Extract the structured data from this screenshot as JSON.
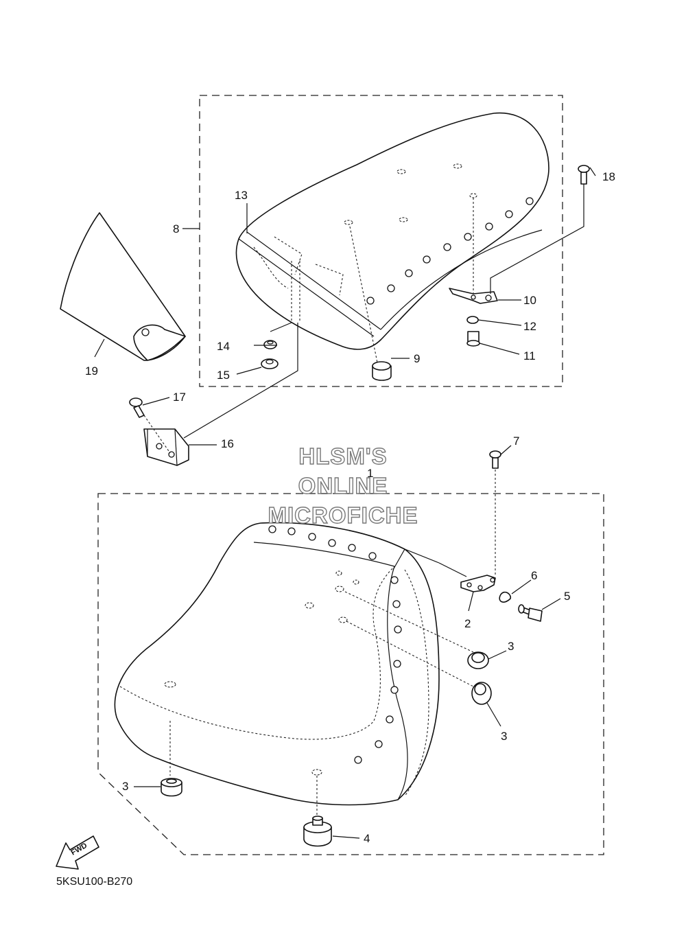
{
  "watermark": {
    "line1": "HLSM'S",
    "line2": "ONLINE",
    "line3": "MICROFICHE"
  },
  "diagram_code": "5KSU100-B270",
  "fwd_label": "FWD",
  "callouts": {
    "c1": "1",
    "c2": "2",
    "c3a": "3",
    "c3b": "3",
    "c3c": "3",
    "c4": "4",
    "c5": "5",
    "c6": "6",
    "c7": "7",
    "c8": "8",
    "c9": "9",
    "c10": "10",
    "c11": "11",
    "c12": "12",
    "c13": "13",
    "c14": "14",
    "c15": "15",
    "c16": "16",
    "c17": "17",
    "c18": "18",
    "c19": "19"
  }
}
